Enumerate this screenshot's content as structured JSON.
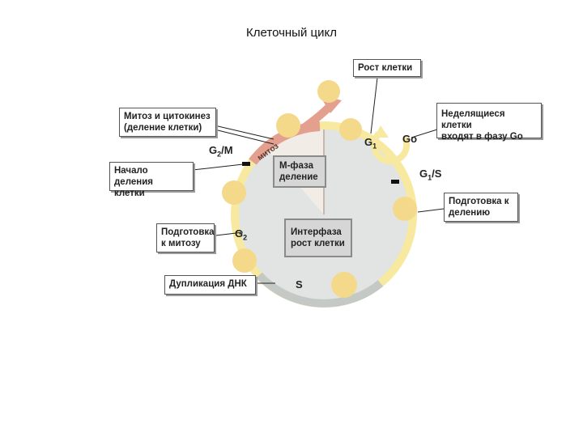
{
  "title": "Клеточный цикл",
  "boxes": {
    "rost": "Рост клетки",
    "mitoz_cyto": [
      "Митоз и цитокинез",
      "(деление клетки)"
    ],
    "nondividing": [
      "Неделящиеся клетки",
      "входят в фазу Go"
    ],
    "nachalo": [
      "Начало деления",
      "клетки"
    ],
    "podg_delenie": [
      "Подготовка к",
      "делению"
    ],
    "podg_mitoz": [
      "Подготовка",
      "к митозу"
    ],
    "dnk": "Дупликация ДНК"
  },
  "inner": {
    "mphase": [
      "М-фаза",
      "деление"
    ],
    "interphase": [
      "Интерфаза",
      "рост клетки"
    ]
  },
  "phases": {
    "g2m_base": "G",
    "g2m_sub": "2",
    "g2m_tail": "/M",
    "g1_base": "G",
    "g1_sub": "1",
    "go": "Go",
    "g1s_base": "G",
    "g1s_sub": "1",
    "g1s_tail": "/S",
    "g2_base": "G",
    "g2_sub": "2",
    "s": "S"
  },
  "arc_label": "митоз",
  "colors": {
    "ring": "#f7e9a0",
    "ring_gray": "#c4c9c6",
    "mitosis_arc": "#e3a08f",
    "circle_fill": "#e1e4e2",
    "cell": "#f5d98a"
  }
}
